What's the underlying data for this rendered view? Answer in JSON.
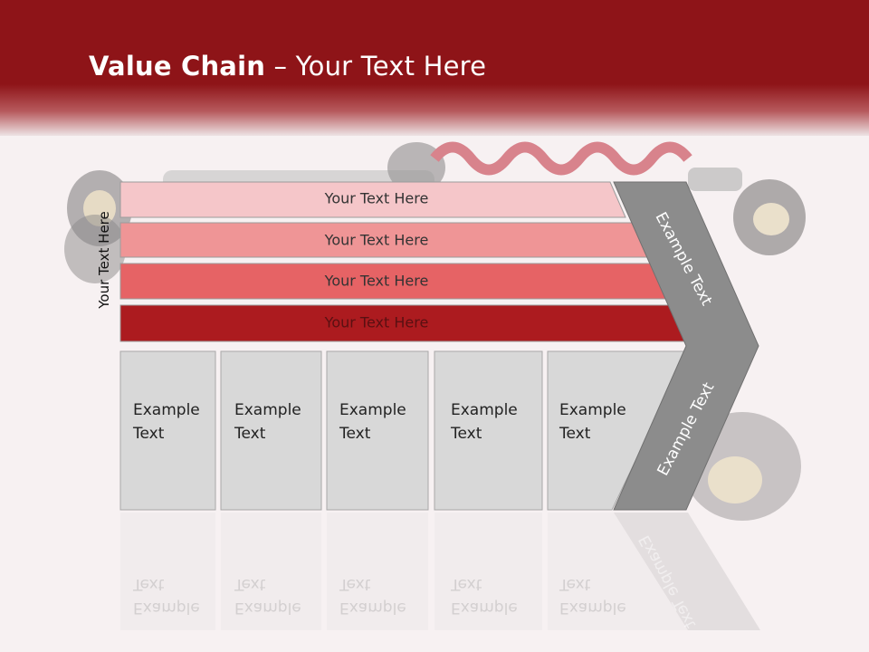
{
  "title": {
    "bold": "Value Chain",
    "rest": " – Your Text Here"
  },
  "side_label": "Your Text Here",
  "bars": [
    {
      "label": "Your Text Here",
      "color": "#f5c6c9"
    },
    {
      "label": "Your Text Here",
      "color": "#ef9596"
    },
    {
      "label": "Your Text Here",
      "color": "#e66365"
    },
    {
      "label": "Your Text Here",
      "color": "#ac1b1f"
    }
  ],
  "boxes": [
    {
      "text": "Example\nText"
    },
    {
      "text": "Example\nText"
    },
    {
      "text": "Example\nText"
    },
    {
      "text": "Example\nText"
    },
    {
      "text": "Example\nText"
    }
  ],
  "chevron": {
    "upper": "Example Text",
    "lower": "Example Text"
  },
  "colors": {
    "header": "#8e1418",
    "box_fill": "#d8d8d8",
    "chevron": "#8c8c8c"
  }
}
